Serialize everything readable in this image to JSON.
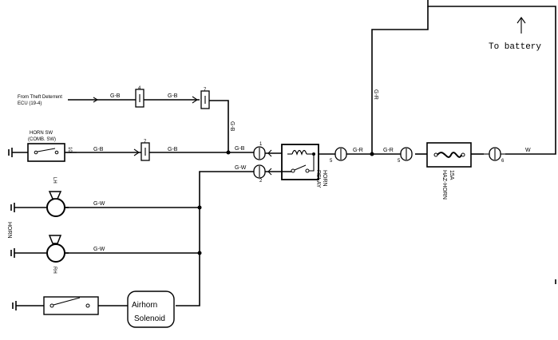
{
  "labels": {
    "to_battery": "To battery",
    "from_theft_line1": "From Theft Deterrent",
    "from_theft_line2": "ECU (19-4)",
    "horn_sw_line1": "HORN SW",
    "horn_sw_line2": "(COMB. SW)",
    "horn_sw_pin": "10",
    "horn_relay_line1": "HORN",
    "horn_relay_line2": "RELAY",
    "fuse_amp": "15A",
    "fuse_name": "HAZ-HORN",
    "horn_group": "HORN",
    "lh": "LH",
    "rh": "RH",
    "airhorn_line1": "Airhorn",
    "airhorn_line2": "Solenoid"
  },
  "wires": {
    "gb_top_left": "G-B",
    "gb_top_right": "G-B",
    "gb_mid_left": "G-B",
    "gb_mid_right": "G-B",
    "gb_vertical": "G-B",
    "gb_relay_in": "G-B",
    "gw_relay": "G-W",
    "gr_relay_out": "G-R",
    "gr_fuse_in": "G-R",
    "gr_vertical": "G-R",
    "w_battery": "W",
    "gw_lh": "G-W",
    "gw_rh": "G-W"
  },
  "connectors": {
    "c4": "4",
    "c7a": "7",
    "c7b": "7",
    "c1": "1",
    "c2": "2",
    "c5a": "5",
    "c5b": "5",
    "c6": "6"
  }
}
